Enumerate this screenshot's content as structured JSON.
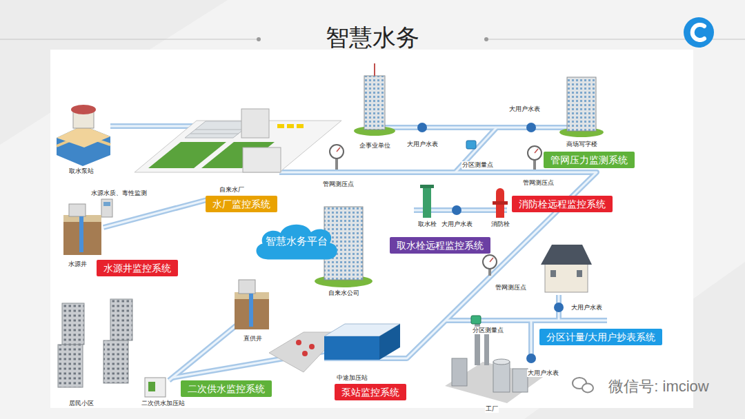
{
  "diagram": {
    "title": "智慧水务",
    "nodes": [
      {
        "text": [
          "管网压力监测系统"
        ]
      },
      {
        "text": [
          "水厂监控系统"
        ]
      },
      {
        "text": [
          "消防栓远程监控系统"
        ]
      },
      {
        "text": [
          "智慧水务平台"
        ]
      },
      {
        "text": [
          "取水栓远程监控系统"
        ]
      },
      {
        "text": [
          "水源井监控系统"
        ]
      },
      {
        "text": [
          "分区计量/大用户抄表系统"
        ]
      },
      {
        "text": [
          "二次供水监控系统"
        ]
      },
      {
        "text": [
          "泵站监控系统"
        ]
      }
    ],
    "labels": [
      "大用户水表",
      "取水泵站",
      "企事业单位",
      "大用户水表",
      "商场写字楼",
      "分区测量点",
      "管网测压点",
      "管网测压点",
      "水源水质、毒性监测",
      "自来水厂",
      "取水栓",
      "大用户水表",
      "消防栓",
      "水源井",
      "管网测压点",
      "自来水公司",
      "大用户水表",
      "分区测量点",
      "直供井",
      "大用户水表",
      "中途加压站",
      "微信号: imciow",
      "居民小区",
      "二次供水加压站",
      "工厂"
    ]
  }
}
